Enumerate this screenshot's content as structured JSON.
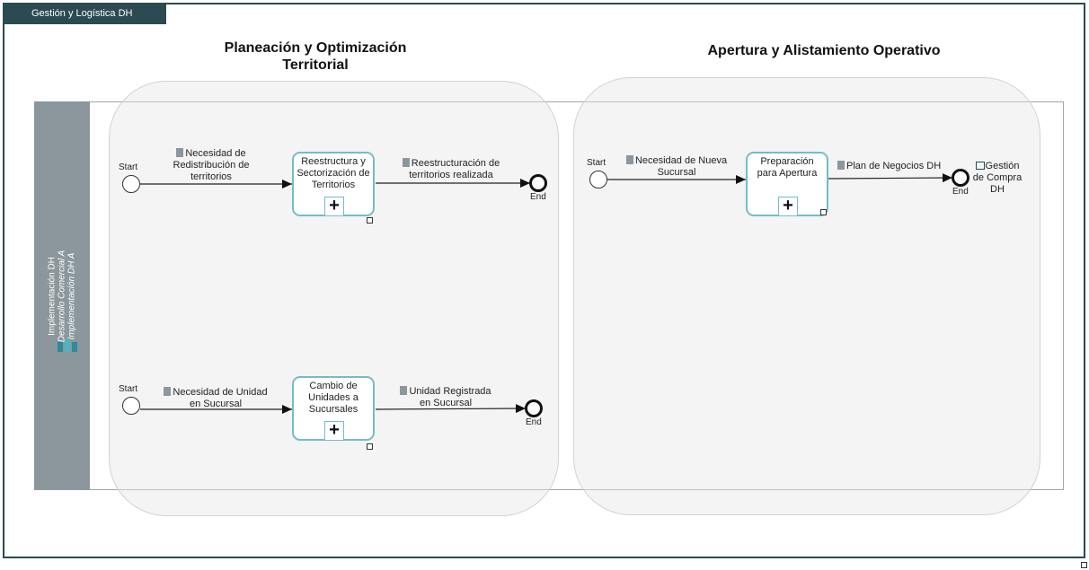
{
  "tab_title": "Gestión y Logística DH",
  "groups": {
    "planeacion": "Planeación y Optimización\nTerritorial",
    "apertura": "Apertura y Alistamiento Operativo"
  },
  "lane": {
    "line1": "Implementación DH",
    "line2": "Desarrollo Comercial A",
    "line3": "Implementación DH A"
  },
  "events": {
    "start_label": "Start",
    "end_label": "End"
  },
  "tasks": {
    "reestructura": "Reestructura y Sectorización de Territorios",
    "cambio": "Cambio de Unidades a Sucursales",
    "preparacion": "Preparación para Apertura"
  },
  "flows": {
    "f1_in": "Necesidad de Redistribución de territorios",
    "f1_out": "Reestructuración de territorios realizada",
    "f2_in": "Necesidad de Unidad en Sucursal",
    "f2_out": "Unidad Registrada en Sucursal",
    "f3_in": "Necesidad de Nueva Sucursal",
    "f3_out": "Plan de Negocios DH"
  },
  "external": "Gestión de Compra DH"
}
